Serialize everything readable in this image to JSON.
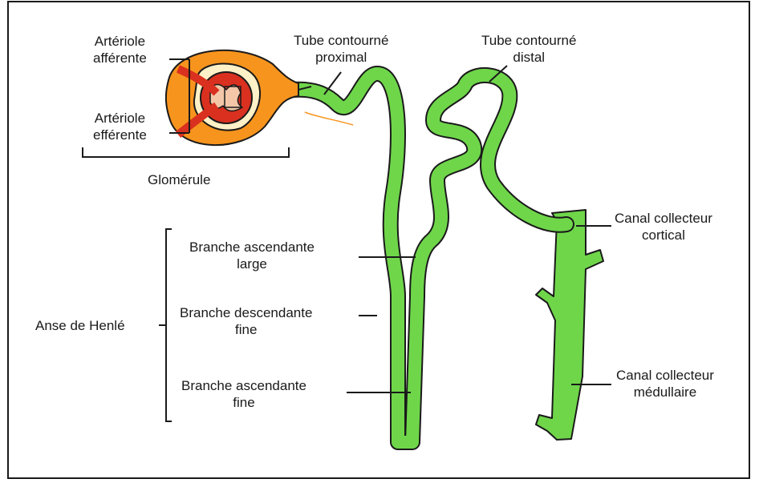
{
  "labels": {
    "arteriole_afferente": [
      "Artériole",
      "afférente"
    ],
    "arteriole_efferente": [
      "Artériole",
      "efférente"
    ],
    "glomerule": "Glomérule",
    "tube_proximal": [
      "Tube contourné",
      "proximal"
    ],
    "tube_distal": [
      "Tube contourné",
      "distal"
    ],
    "canal_cortical": [
      "Canal collecteur",
      "cortical"
    ],
    "canal_medullaire": [
      "Canal collecteur",
      "médullaire"
    ],
    "branche_asc_large": [
      "Branche ascendante",
      "large"
    ],
    "branche_desc_fine": [
      "Branche descendante",
      "fine"
    ],
    "branche_asc_fine": [
      "Branche ascendante",
      "fine"
    ],
    "anse_henle": "Anse de Henlé"
  },
  "colors": {
    "tubule_green": "#6fd64a",
    "capsule_orange": "#f7941d",
    "glomerulus_red": "#d9301f",
    "outline": "#1a1a1a"
  }
}
